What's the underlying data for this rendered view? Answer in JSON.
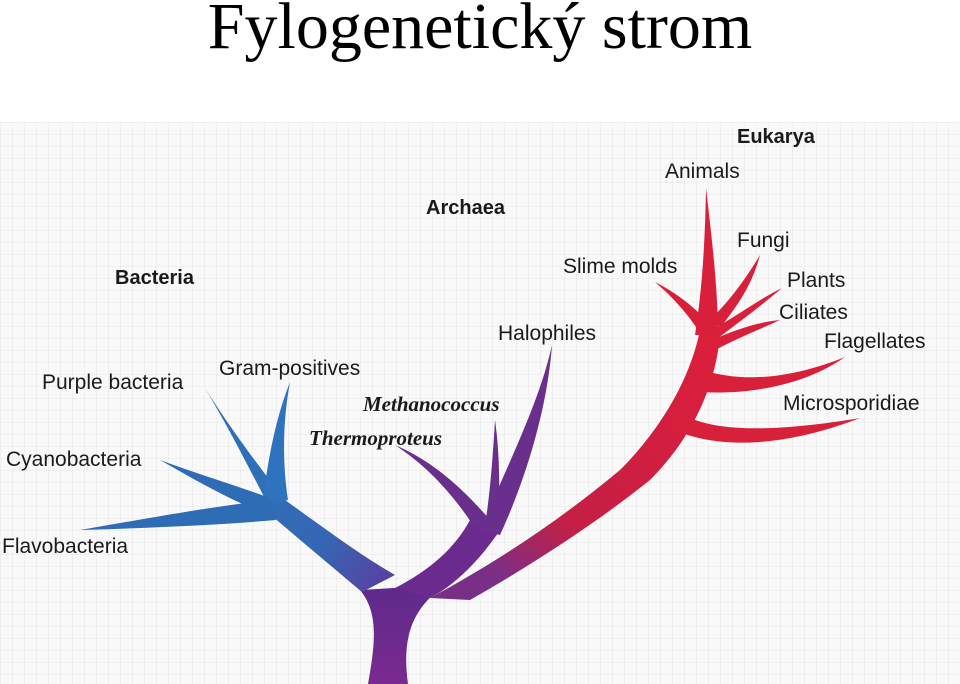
{
  "title": "Fylogenetický strom",
  "groups": {
    "bacteria": "Bacteria",
    "archaea": "Archaea",
    "eukarya": "Eukarya"
  },
  "taxa": {
    "purple_bacteria": "Purple bacteria",
    "gram_positives": "Gram-positives",
    "cyanobacteria": "Cyanobacteria",
    "flavobacteria": "Flavobacteria",
    "methanococcus": "Methanococcus",
    "thermoproteus": "Thermoproteus",
    "halophiles": "Halophiles",
    "slime_molds": "Slime molds",
    "animals": "Animals",
    "fungi": "Fungi",
    "plants": "Plants",
    "ciliates": "Ciliates",
    "flagellates": "Flagellates",
    "microsporidiae": "Microsporidiae"
  },
  "colors": {
    "bacteria": "#2e6db5",
    "archaea": "#6a2a8a",
    "eukarya": "#d8203a"
  }
}
